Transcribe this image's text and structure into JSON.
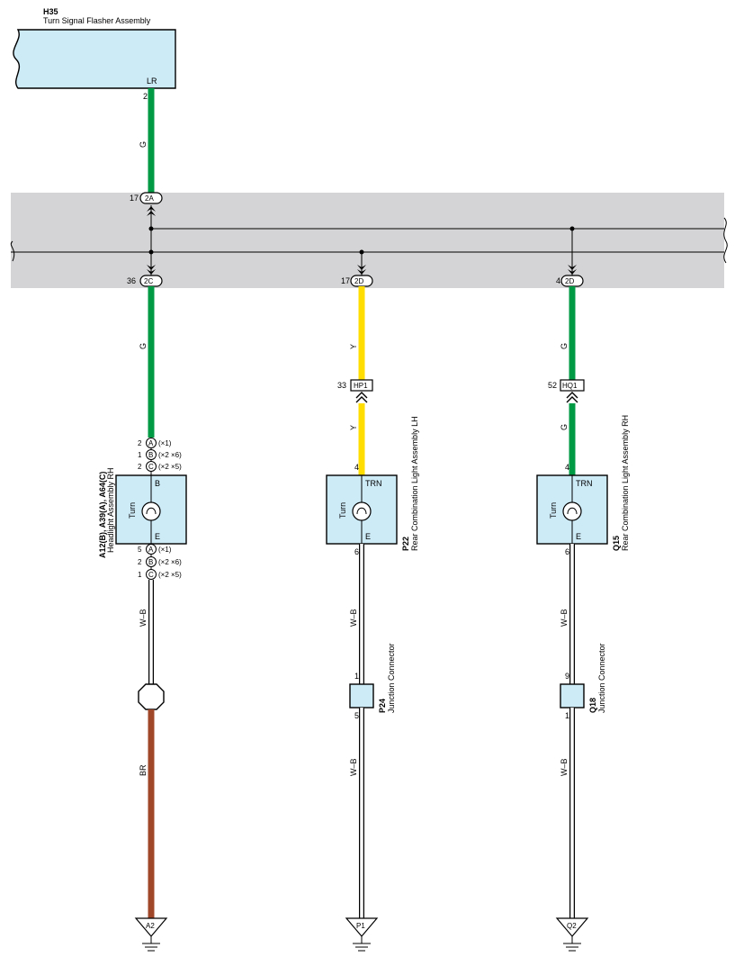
{
  "colors": {
    "wire_green": "#009a44",
    "wire_yellow": "#ffdd00",
    "wire_brown": "#a0472a",
    "component_fill": "#cdeaf7",
    "junction_block": "#d4d4d6"
  },
  "flasher": {
    "code": "H35",
    "name": "Turn Signal Flasher Assembly",
    "terminal": "LR",
    "pin": "2",
    "wire_color": "G"
  },
  "junction_top": {
    "pin": "17",
    "connector": "2A"
  },
  "branches": {
    "left": {
      "jb_pin": "36",
      "jb_connector": "2C",
      "wire_color": "G",
      "pins_in": [
        {
          "num": "2",
          "letter": "A",
          "note": "(×1)"
        },
        {
          "num": "1",
          "letter": "B",
          "note": "(×2 ×6)"
        },
        {
          "num": "2",
          "letter": "C",
          "note": "(×2 ×5)"
        }
      ],
      "code": "A12(B), A39(A), A64(C)",
      "name": "Headlight Assembly RH",
      "label_inner": "Turn",
      "terminal_top": "B",
      "terminal_bottom": "E",
      "pins_out": [
        {
          "num": "5",
          "letter": "A",
          "note": "(×1)"
        },
        {
          "num": "2",
          "letter": "B",
          "note": "(×2 ×6)"
        },
        {
          "num": "1",
          "letter": "C",
          "note": "(×2 ×5)"
        }
      ],
      "wire_out": "W–B",
      "wire_after_splice": "BR",
      "ground": "A2"
    },
    "middle": {
      "jb_pin": "17",
      "jb_connector": "2D",
      "wire_color_1": "Y",
      "inline_pin": "33",
      "inline_conn": "HP1",
      "wire_color_2": "Y",
      "pin_in": "4",
      "code": "P22",
      "name": "Rear Combination Light Assembly LH",
      "label_inner": "Turn",
      "terminal_top": "TRN",
      "terminal_bottom": "E",
      "pin_out": "6",
      "wire_out": "W–B",
      "jc_pin_in": "1",
      "jc_pin_out": "5",
      "jc_code": "P24",
      "jc_name": "Junction Connector",
      "wire_out_2": "W–B",
      "ground": "P1"
    },
    "right": {
      "jb_pin": "4",
      "jb_connector": "2D",
      "wire_color_1": "G",
      "inline_pin": "52",
      "inline_conn": "HQ1",
      "wire_color_2": "G",
      "pin_in": "4",
      "code": "Q15",
      "name": "Rear Combination Light Assembly RH",
      "label_inner": "Turn",
      "terminal_top": "TRN",
      "terminal_bottom": "E",
      "pin_out": "6",
      "wire_out": "W–B",
      "jc_pin_in": "9",
      "jc_pin_out": "1",
      "jc_code": "Q18",
      "jc_name": "Junction Connector",
      "wire_out_2": "W–B",
      "ground": "Q2"
    }
  }
}
